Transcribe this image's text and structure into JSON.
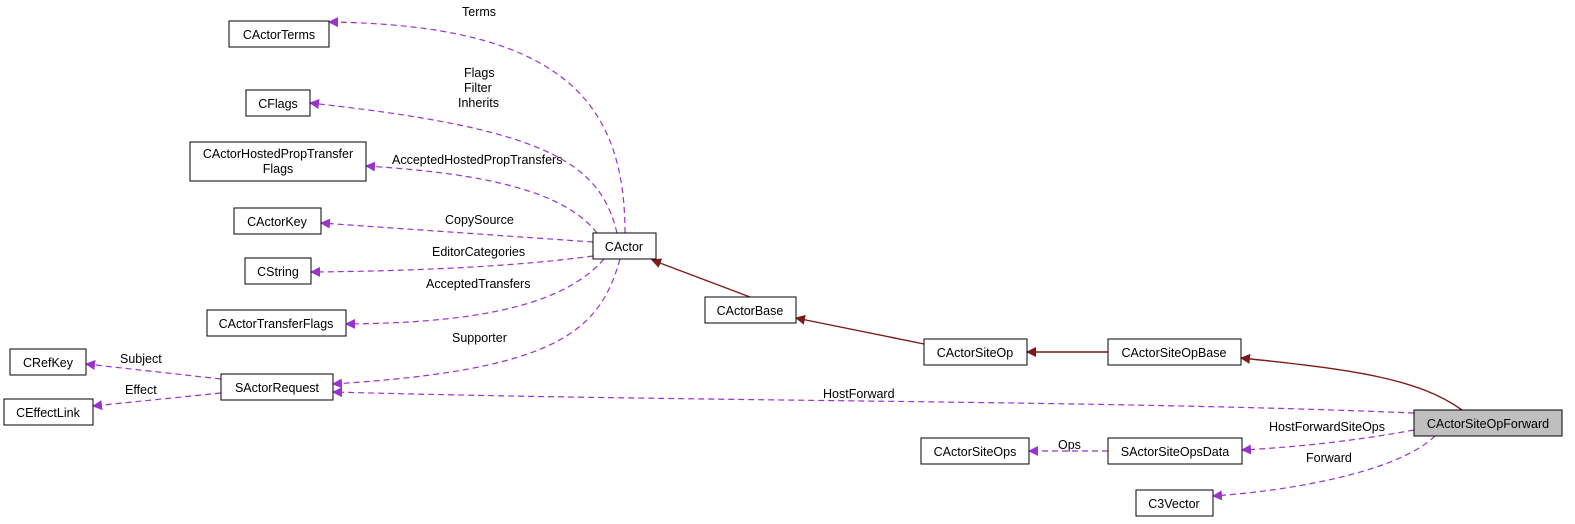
{
  "diagram": {
    "nodes": {
      "cactor_terms": "CActorTerms",
      "cflags": "CFlags",
      "hosted_prop_line1": "CActorHostedPropTransfer",
      "hosted_prop_line2": "Flags",
      "cactor_key": "CActorKey",
      "cstring": "CString",
      "transfer_flags": "CActorTransferFlags",
      "cref_key": "CRefKey",
      "ceffect_link": "CEffectLink",
      "sactor_request": "SActorRequest",
      "cactor": "CActor",
      "cactor_base": "CActorBase",
      "cactor_site_op": "CActorSiteOp",
      "cactor_site_op_base": "CActorSiteOpBase",
      "cactor_site_op_forward": "CActorSiteOpForward",
      "cactor_site_ops": "CActorSiteOps",
      "sactor_site_ops_data": "SActorSiteOpsData",
      "c3vector": "C3Vector"
    },
    "edge_labels": {
      "terms": "Terms",
      "flags": "Flags",
      "filter": "Filter",
      "inherits": "Inherits",
      "accepted_hosted": "AcceptedHostedPropTransfers",
      "copy_source": "CopySource",
      "editor_categories": "EditorCategories",
      "accepted_transfers": "AcceptedTransfers",
      "supporter": "Supporter",
      "subject": "Subject",
      "effect": "Effect",
      "host_forward": "HostForward",
      "host_forward_site_ops": "HostForwardSiteOps",
      "ops": "Ops",
      "forward": "Forward"
    },
    "colors": {
      "inheritance_edge": "#7f1a1a",
      "usage_edge": "#9a32cd",
      "focus_node_fill": "#bfbfbf"
    }
  }
}
